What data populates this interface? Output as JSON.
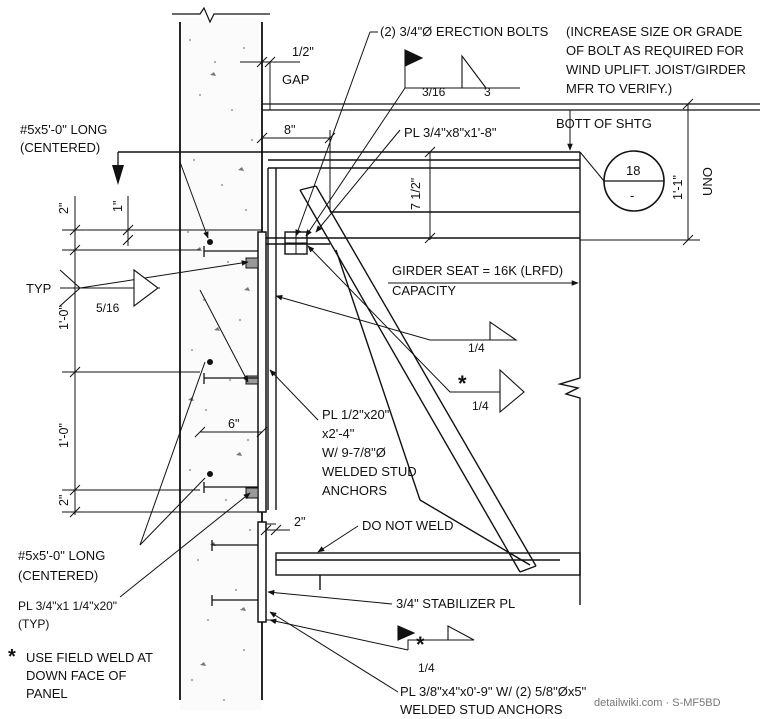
{
  "notes": {
    "bolts": [
      "(2) 3/4\"Ø ERECTION BOLTS",
      "(INCREASE SIZE OR GRADE",
      "OF BOLT AS REQUIRED FOR",
      "WIND UPLIFT. JOIST/GIRDER",
      "MFR TO VERIFY.)"
    ],
    "gap_dim": "1/2\"",
    "gap": "GAP",
    "weld_top_size": "3/16",
    "weld_top_len": "3",
    "bott_shtg": "BOTT OF SHTG",
    "plate_top": "PL 3/4\"x8\"x1'-8\"",
    "dim_8": "8\"",
    "rebar_top": [
      "#5x5'-0\" LONG",
      "(CENTERED)"
    ],
    "dim_7_5": "7 1/2\"",
    "dim_1_1": "1'-1\"",
    "uno": "UNO",
    "section_num": "18",
    "section_sheet": "-",
    "dim_2_top": "2\"",
    "dim_1_top": "1\"",
    "girder_seat": "GIRDER SEAT = 16K (LRFD)",
    "capacity": "CAPACITY",
    "typ": "TYP",
    "weld_516": "5/16",
    "dim_1_0_a": "1'-0\"",
    "weld_14_a": "1/4",
    "star": "*",
    "weld_14_b": "1/4",
    "dim_1_0_b": "1'-0\"",
    "dim_6": "6\"",
    "embed_plate": [
      "PL 1/2\"x20\"",
      "x2'-4\"",
      "W/ 9-7/8\"Ø",
      "WELDED STUD",
      "ANCHORS"
    ],
    "dim_2_bot": "2\"",
    "dim_2_mid": "2\"",
    "do_not_weld": "DO NOT WELD",
    "rebar_bot": [
      "#5x5'-0\" LONG",
      "(CENTERED)"
    ],
    "plate_bot": [
      "PL 3/4\"x1 1/4\"x20\"",
      "(TYP)"
    ],
    "stabilizer": "3/4\" STABILIZER PL",
    "weld_14_c": "1/4",
    "field_weld": [
      "USE FIELD WELD AT",
      "DOWN FACE OF",
      "PANEL"
    ],
    "plate_38": [
      "PL 3/8\"x4\"x0'-9\" W/ (2) 5/8\"Øx5\"",
      "WELDED STUD ANCHORS"
    ],
    "watermark": "detailwiki.com · S-MF5BD"
  }
}
